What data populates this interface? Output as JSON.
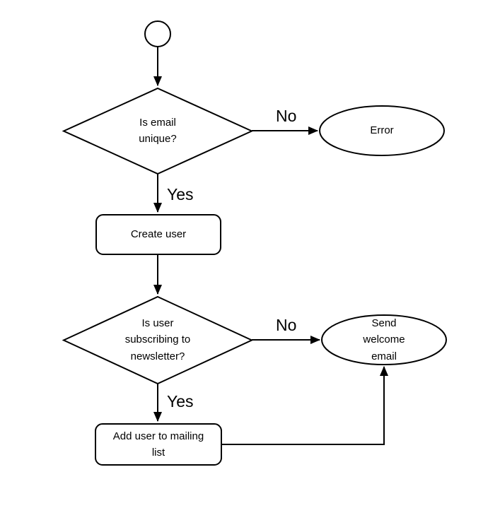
{
  "colors": {
    "stroke": "#000000",
    "shape_fill": "#ffffff",
    "text": "#000000",
    "background": "#ffffff"
  },
  "nodes": {
    "start": {
      "type": "start-circle"
    },
    "decision_email_unique": {
      "type": "decision",
      "label": "Is email unique?"
    },
    "error": {
      "type": "ellipse",
      "label": "Error"
    },
    "create_user": {
      "type": "process",
      "label": "Create user"
    },
    "decision_newsletter": {
      "type": "decision",
      "label": "Is user subscribing to newsletter?"
    },
    "send_welcome_email": {
      "type": "ellipse",
      "label": "Send welcome email"
    },
    "add_user_to_mailing_list": {
      "type": "process",
      "label": "Add user to mailing list"
    }
  },
  "edges": {
    "email_unique_no": {
      "label": "No"
    },
    "email_unique_yes": {
      "label": "Yes"
    },
    "newsletter_no": {
      "label": "No"
    },
    "newsletter_yes": {
      "label": "Yes"
    }
  }
}
